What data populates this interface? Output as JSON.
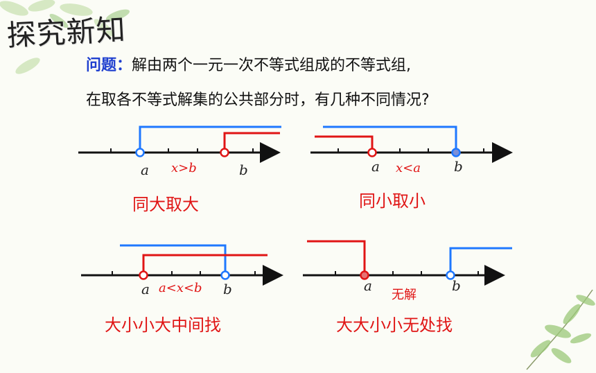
{
  "slide": {
    "title": "探究新知",
    "question_label": "问题：",
    "question_line1": "解由两个一元一次不等式组成的不等式组,",
    "question_line2": "在取各不等式解集的公共部分时，有几种不同情况?"
  },
  "cases": [
    {
      "a_label": "a",
      "b_label": "b",
      "relation": "x>b",
      "rule": "同大取大"
    },
    {
      "a_label": "a",
      "b_label": "b",
      "relation": "x<a",
      "rule": "同小取小"
    },
    {
      "a_label": "a",
      "b_label": "b",
      "relation": "a<x<b",
      "rule": "大小小大中间找"
    },
    {
      "a_label": "a",
      "b_label": "b",
      "relation": "无解",
      "rule": "大大小小无处找"
    }
  ],
  "colors": {
    "red": "#e01515",
    "blue": "#1f78ff",
    "axis": "#111111"
  }
}
